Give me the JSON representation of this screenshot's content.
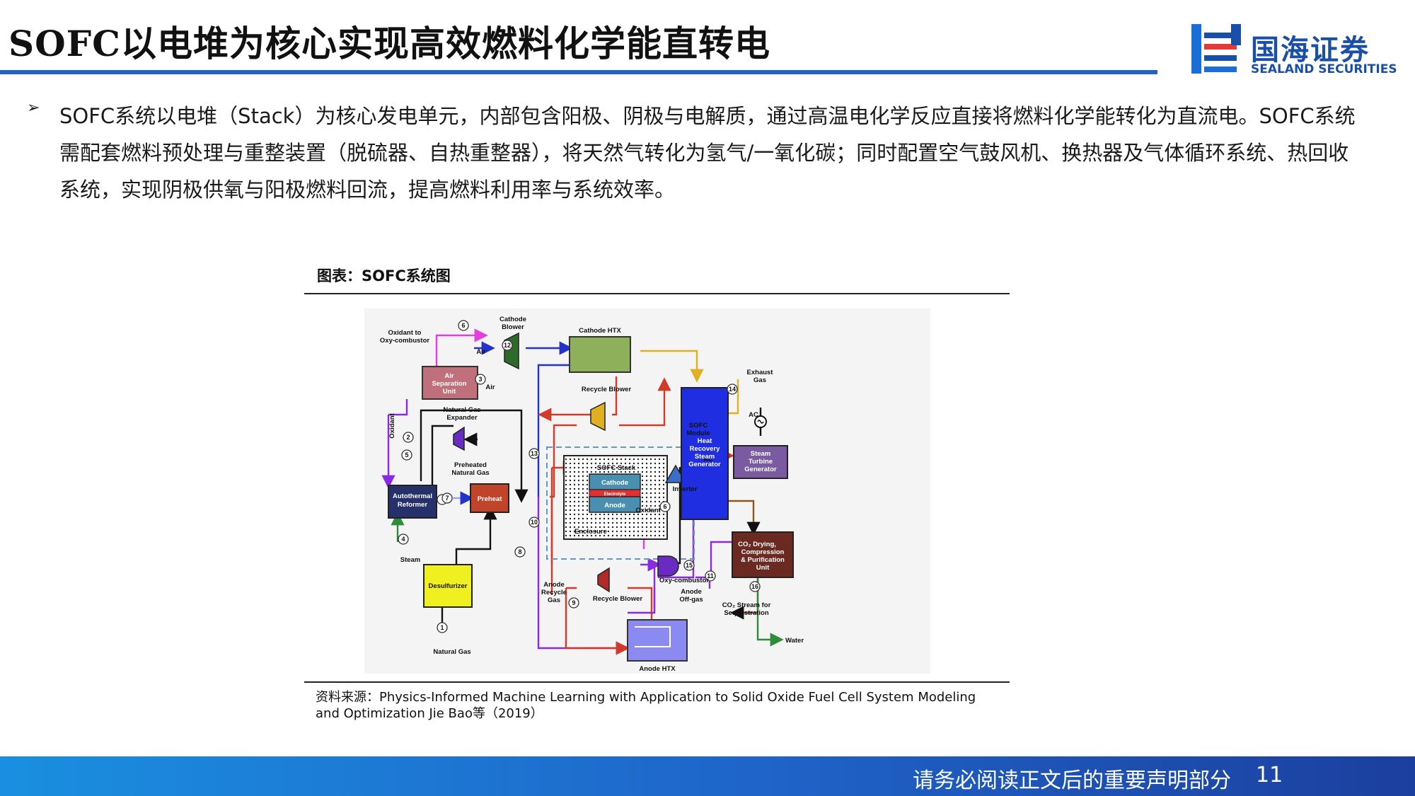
{
  "header": {
    "title": "SOFC以电堆为核心实现高效燃料化学能直转电",
    "logo_cn": "国海证券",
    "logo_en": "SEALAND SECURITIES",
    "accent_color": "#1f63c8"
  },
  "body": {
    "bullet_icon": "arrow-bullet-icon",
    "paragraph": "SOFC系统以电堆（Stack）为核心发电单元，内部包含阳极、阴极与电解质，通过高温电化学反应直接将燃料化学能转化为直流电。SOFC系统需配套燃料预处理与重整装置（脱硫器、自热重整器），将天然气转化为氢气/一氧化碳；同时配置空气鼓风机、换热器及气体循环系统、热回收系统，实现阴极供氧与阳极燃料回流，提高燃料利用率与系统效率。"
  },
  "figure": {
    "title": "图表：SOFC系统图",
    "source": "资料来源：Physics-Informed Machine Learning with Application to Solid Oxide Fuel Cell System Modeling and Optimization Jie Bao等（2019）",
    "labels": {
      "oxidant_to_oxy": [
        "Oxidant to",
        "Oxy-combustor"
      ],
      "cathode_blower": [
        "Cathode",
        "Blower"
      ],
      "cathode_htx": "Cathode HTX",
      "air_sep": [
        "Air",
        "Separation",
        "Unit"
      ],
      "air": "Air",
      "exhaust": [
        "Exhaust",
        "Gas"
      ],
      "recycle_blower_top": "Recycle Blower",
      "natural_gas_expander": [
        "Natural Gas",
        "Expander"
      ],
      "sofc_module": [
        "SOFC",
        "Module"
      ],
      "oxidant": "Oxidant",
      "ac": "AC",
      "hrsg": [
        "Heat",
        "Recovery",
        "Steam",
        "Generator"
      ],
      "steam_turbine": [
        "Steam",
        "Turbine",
        "Generator"
      ],
      "preheated_ng": [
        "Preheated",
        "Natural Gas"
      ],
      "sofc_stack": "SOFC Stack",
      "cathode": "Cathode",
      "electrolyte": "Electrolyte",
      "anode": "Anode",
      "inverter": "Inverter",
      "enclosure": "Enclosure",
      "autothermal": [
        "Autothermal",
        "Reformer"
      ],
      "preheat": "Preheat",
      "oxy_combustor": "Oxy-combustor",
      "co2_drying": [
        "CO₂ Drying,",
        "Compression",
        "& Purification",
        "Unit"
      ],
      "steam": "Steam",
      "desulfurizer": "Desulfurizer",
      "anode_recycle": [
        "Anode",
        "Recycle",
        "Gas"
      ],
      "recycle_blower_bottom": "Recycle Blower",
      "anode_offgas": [
        "Anode",
        "Off-gas"
      ],
      "co2_stream": [
        "CO₂ Stream for",
        "Sequestration"
      ],
      "water": "Water",
      "natural_gas": "Natural Gas",
      "anode_htx": "Anode HTX",
      "stream_numbers": [
        "1",
        "2",
        "3",
        "4",
        "5",
        "6",
        "7",
        "8",
        "9",
        "10",
        "11",
        "12",
        "13",
        "14",
        "15",
        "16"
      ]
    }
  },
  "footer": {
    "disclaimer": "请务必阅读正文后的重要声明部分",
    "page_number": "11"
  }
}
